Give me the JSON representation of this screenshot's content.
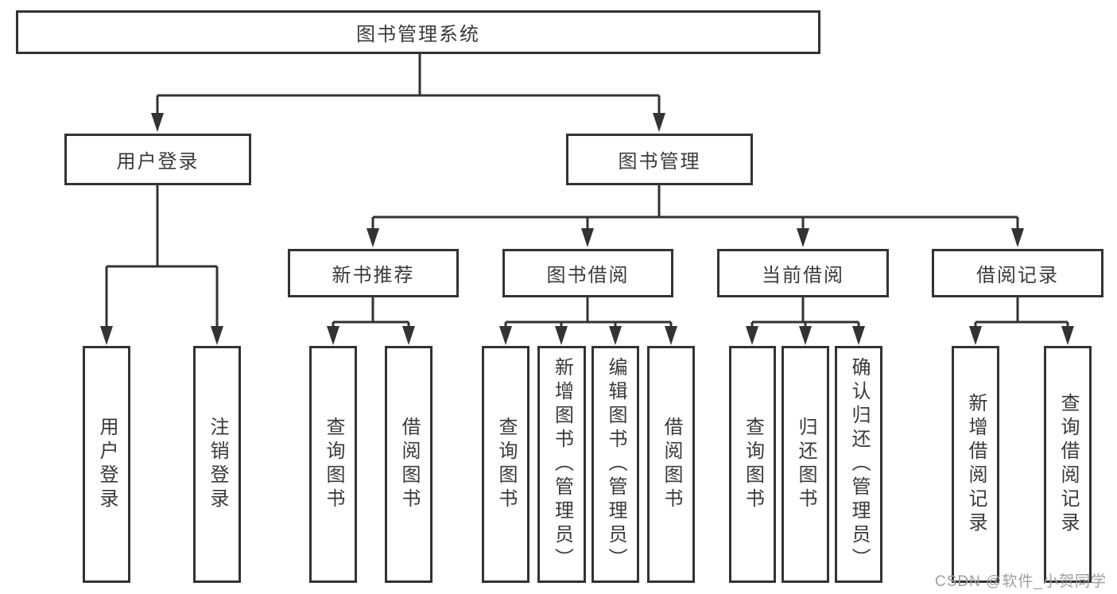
{
  "tree": {
    "root": {
      "label": "图书管理系统"
    },
    "branches": [
      {
        "label": "用户登录",
        "children": [
          {
            "label": "用户登录"
          },
          {
            "label": "注销登录"
          }
        ]
      },
      {
        "label": "图书管理",
        "children": [
          {
            "label": "新书推荐",
            "children": [
              {
                "label": "查询图书"
              },
              {
                "label": "借阅图书"
              }
            ]
          },
          {
            "label": "图书借阅",
            "children": [
              {
                "label": "查询图书"
              },
              {
                "label": "新增图书（管理员）"
              },
              {
                "label": "编辑图书（管理员）"
              },
              {
                "label": "借阅图书"
              }
            ]
          },
          {
            "label": "当前借阅",
            "children": [
              {
                "label": "查询图书"
              },
              {
                "label": "归还图书"
              },
              {
                "label": "确认归还（管理员）"
              }
            ]
          },
          {
            "label": "借阅记录",
            "children": [
              {
                "label": "新增借阅记录"
              },
              {
                "label": "查询借阅记录"
              }
            ]
          }
        ]
      }
    ]
  },
  "watermark": {
    "text": "CSDN @软件_小贺同学"
  },
  "colors": {
    "line": "#333333",
    "text": "#3a3a3a",
    "background": "#ffffff",
    "watermark": "#9e9e9e"
  }
}
